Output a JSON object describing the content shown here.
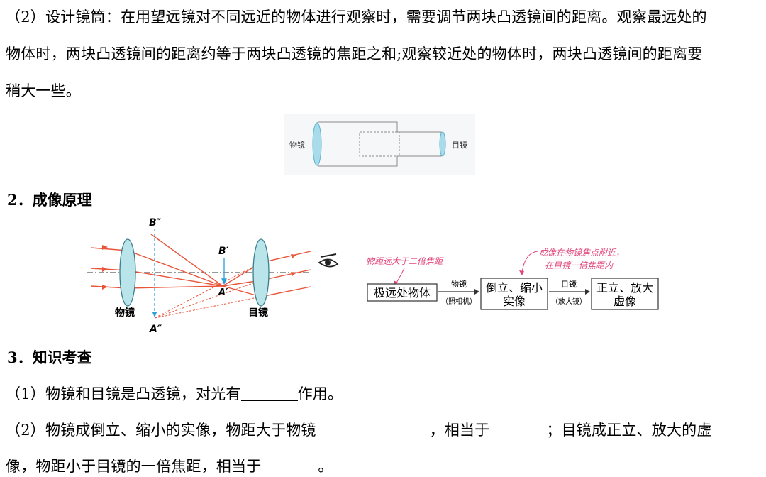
{
  "section2_design": {
    "line1": "（2）设计镜筒：在用望远镜对不同远近的物体进行观察时，需要调节两块凸透镜间的距离。观察最远处的",
    "line2": "物体时，两块凸透镜间的距离约等于两块凸透镜的焦距之和;观察较近处的物体时，两块凸透镜间的距离要",
    "line3": "稍大一些。"
  },
  "tube_figure": {
    "label_objective": "物镜",
    "label_eyepiece": "目镜"
  },
  "heading2": "2．成像原理",
  "ray_diagram": {
    "label_B_double": "B″",
    "label_B_prime": "B′",
    "label_A_prime": "A′",
    "label_A_double": "A″",
    "label_objective": "物镜",
    "label_eyepiece": "目镜"
  },
  "flow": {
    "note_top_left": "物距远大于二倍焦距",
    "note_top_right_line1": "成像在物镜焦点附近，",
    "note_top_right_line2": "在目镜一倍焦距内",
    "box1": "极远处物体",
    "arrow1_top": "物镜",
    "arrow1_bottom": "（照相机）",
    "box2_line1": "倒立、缩小",
    "box2_line2": "实像",
    "arrow2_top": "目镜",
    "arrow2_bottom": "（放大镜）",
    "box3_line1": "正立、放大",
    "box3_line2": "虚像"
  },
  "heading3": "3．知识考查",
  "q1": {
    "part1": "（1）物镜和目镜是凸透镜，对光有",
    "part2": "作用。"
  },
  "q2": {
    "part1": "（2）物镜成倒立、缩小的实像，物距大于物镜",
    "part2": "，相当于",
    "part3": "；目镜成正立、放大的虚",
    "part4": "像，物距小于目镜的一倍焦距，相当于",
    "part5": "。"
  },
  "colors": {
    "ray": "#e8553a",
    "lens_fill": "#b9e4ea",
    "lens_stroke": "#3a7f8f",
    "pink": "#e0457a",
    "blue_dash": "#2a9fd8"
  }
}
